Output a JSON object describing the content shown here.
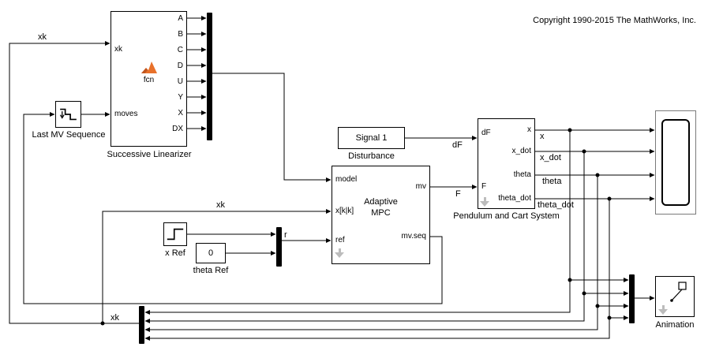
{
  "copyright": "Copyright 1990-2015 The MathWorks, Inc.",
  "colors": {
    "background": "#ffffff",
    "wire": "#000000",
    "matlab_orange": "#e8712a",
    "matlab_orange_dark": "#c0561f",
    "badge_gray": "#bcbcbc"
  },
  "icons": {
    "staircase_icon": "staircase-signal",
    "step_icon": "step-signal",
    "matlab_fcn_icon": "matlab-logo",
    "scope_screen_icon": "scope-screen",
    "pendulum_icon": "pendulum-cart",
    "look_inside_icon": "gray-down-arrow"
  },
  "blocks": {
    "last_mv_sequence": {
      "label": "Last MV Sequence"
    },
    "successive_linearizer": {
      "label": "Successive Linearizer",
      "fcn_label": "fcn",
      "input_ports": [
        "xk",
        "moves"
      ],
      "output_ports": [
        "A",
        "B",
        "C",
        "D",
        "U",
        "Y",
        "X",
        "DX"
      ]
    },
    "disturbance": {
      "text": "Signal 1",
      "label": "Disturbance"
    },
    "adaptive_mpc": {
      "name_line1": "Adaptive",
      "name_line2": "MPC",
      "input_ports": [
        "model",
        "x[k|k]",
        "ref"
      ],
      "output_ports": [
        "mv",
        "mv.seq"
      ]
    },
    "pendulum_cart": {
      "label": "Pendulum and Cart System",
      "input_ports": [
        "dF",
        "F"
      ],
      "output_ports": [
        "x",
        "x_dot",
        "theta",
        "theta_dot"
      ]
    },
    "x_ref": {
      "label": "x Ref"
    },
    "theta_ref": {
      "value": "0",
      "label": "theta Ref"
    },
    "animation": {
      "label": "Animation"
    }
  },
  "signal_labels": {
    "xk_top": "xk",
    "xk_to_mpc": "xk",
    "xk_bottom": "xk",
    "dF": "dF",
    "F": "F",
    "r": "r",
    "x": "x",
    "x_dot": "x_dot",
    "theta": "theta",
    "theta_dot": "theta_dot"
  }
}
